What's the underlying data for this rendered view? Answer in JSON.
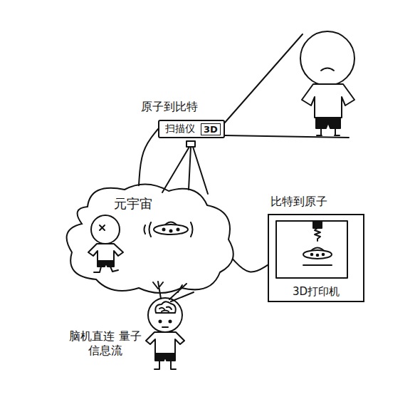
{
  "diagram": {
    "nodes": [
      {
        "text": [
          "原子到比特",
          "扫描仪",
          "3D"
        ]
      },
      {
        "text": [
          "元宇宙"
        ]
      },
      {
        "text": [
          "比特到原子",
          "3D打印机"
        ]
      }
    ],
    "edges": [
      {
        "from": 0,
        "to": 1,
        "arrow": "none"
      },
      {
        "from": 1,
        "to": 2,
        "arrow": "none"
      }
    ],
    "labels": [
      "脑机直连 量子信息流"
    ]
  }
}
